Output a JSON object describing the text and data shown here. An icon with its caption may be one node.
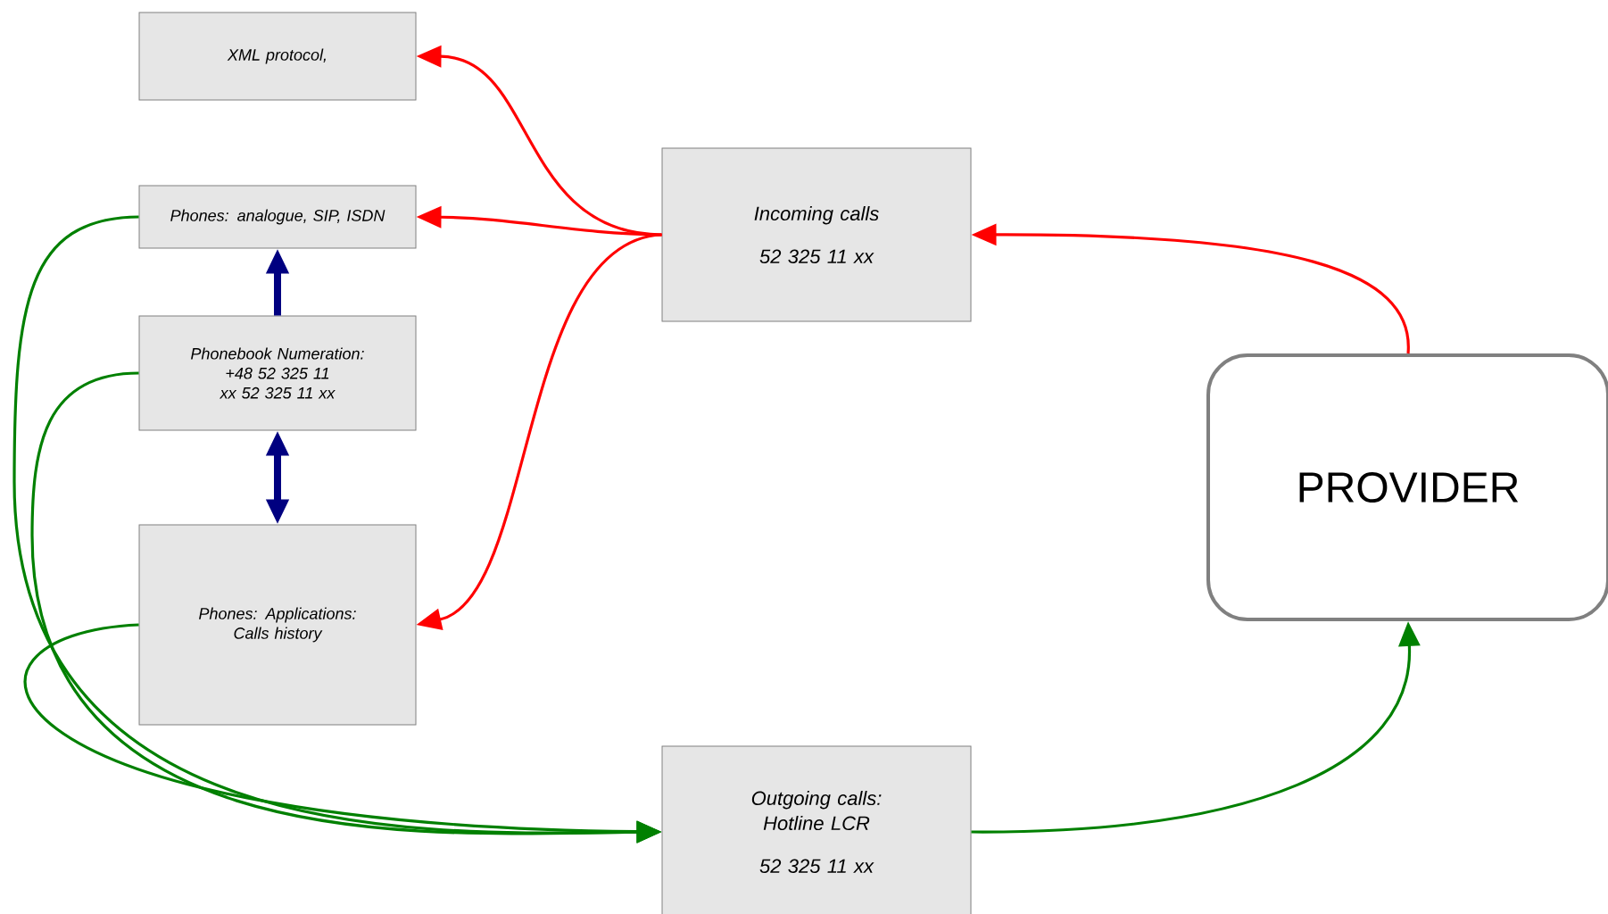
{
  "diagram": {
    "nodes": [
      {
        "text": [
          "XML protocol,"
        ]
      },
      {
        "text": [
          "Phones: analogue, SIP, ISDN"
        ]
      },
      {
        "text": [
          "Phonebook Numeration: +48 52 325 11 xx 52 325 11 xx"
        ]
      },
      {
        "text": [
          "Phones: Applications: Calls history"
        ]
      },
      {
        "text": [
          "Incoming calls",
          "52 325 11 xx"
        ]
      },
      {
        "text": [
          "Outgoing calls: Hotline LCR",
          "52 325 11 xx"
        ]
      },
      {
        "text": [
          "PROVIDER"
        ]
      }
    ],
    "edges": [
      {
        "from": 6,
        "to": 4,
        "arrow": "to",
        "color": "#ff0000"
      },
      {
        "from": 4,
        "to": 0,
        "arrow": "to",
        "color": "#ff0000"
      },
      {
        "from": 4,
        "to": 1,
        "arrow": "to",
        "color": "#ff0000"
      },
      {
        "from": 4,
        "to": 3,
        "arrow": "to",
        "color": "#ff0000"
      },
      {
        "from": 2,
        "to": 1,
        "arrow": "to",
        "color": "#000080",
        "style": "thick"
      },
      {
        "from": 2,
        "to": 3,
        "arrow": "both",
        "color": "#000080",
        "style": "thick"
      },
      {
        "from": 1,
        "to": 5,
        "arrow": "to",
        "color": "#008000"
      },
      {
        "from": 2,
        "to": 5,
        "arrow": "to",
        "color": "#008000"
      },
      {
        "from": 3,
        "to": 5,
        "arrow": "to",
        "color": "#008000"
      },
      {
        "from": 5,
        "to": 6,
        "arrow": "to",
        "color": "#008000"
      }
    ]
  }
}
